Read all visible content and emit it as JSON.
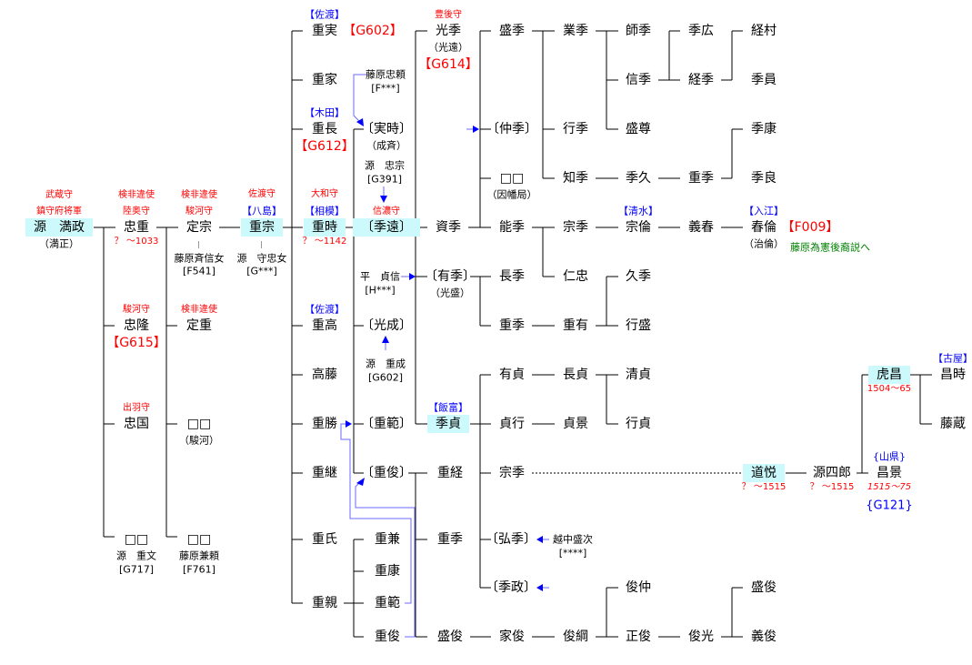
{
  "persons": [
    {
      "name": "源　満政",
      "alias": "（満正）",
      "titles": [
        "武蔵守",
        "鎮守府将軍"
      ]
    },
    {
      "name": "忠重",
      "titles": [
        "検非違使",
        "陸奥守"
      ],
      "dates": "？ ～1033"
    },
    {
      "name": "定宗",
      "titles": [
        "検非違使",
        "駿河守"
      ],
      "mother": "藤原斉信女",
      "mother_code": "[F541]"
    },
    {
      "name": "重宗",
      "titles": [
        "佐渡守"
      ],
      "clan": "【八島】",
      "mother": "源　守忠女",
      "mother_code": "[G***]"
    },
    {
      "name": "忠隆",
      "titles": [
        "駿河守"
      ],
      "code": "【G615】"
    },
    {
      "name": "定重",
      "titles": [
        "検非違使"
      ]
    },
    {
      "name": "忠国",
      "titles": [
        "出羽守"
      ]
    },
    {
      "name": "□□",
      "alias": "（駿河）"
    },
    {
      "name": "□□",
      "note": "源　重文",
      "note_code": "[G717]"
    },
    {
      "name": "□□",
      "note": "藤原兼頼",
      "note_code": "[F761]"
    },
    {
      "name": "重実",
      "clan": "【佐渡】",
      "code": "【G602】"
    },
    {
      "name": "重家"
    },
    {
      "name": "重長",
      "clan": "【木田】",
      "code": "【G612】"
    },
    {
      "name": "重時",
      "titles": [
        "大和守"
      ],
      "clan": "【相模】",
      "dates": "？ ～1142"
    },
    {
      "name": "重高",
      "clan": "【佐渡】"
    },
    {
      "name": "高藤"
    },
    {
      "name": "重勝"
    },
    {
      "name": "重継"
    },
    {
      "name": "重氏"
    },
    {
      "name": "重親"
    },
    {
      "name": "〔実時〕",
      "alias": "（成斉）"
    },
    {
      "name": "藤原忠頼",
      "code": "[F***]",
      "small": true
    },
    {
      "name": "源　忠宗",
      "code": "[G391]",
      "small": true
    },
    {
      "name": "〔季遠〕",
      "titles": [
        "信濃守"
      ]
    },
    {
      "name": "平　貞信",
      "code": "[H***]",
      "small": true
    },
    {
      "name": "〔光成〕"
    },
    {
      "name": "源　重成",
      "code": "[G602]",
      "small": true
    },
    {
      "name": "〔重範〕"
    },
    {
      "name": "〔重俊〕"
    },
    {
      "name": "重兼"
    },
    {
      "name": "重康"
    },
    {
      "name": "重範"
    },
    {
      "name": "重俊"
    },
    {
      "name": "光季",
      "titles": [
        "豊後守"
      ],
      "alias": "（光遠）",
      "code": "【G614】"
    },
    {
      "name": "資季"
    },
    {
      "name": "〔有季〕",
      "alias": "（光盛）"
    },
    {
      "name": "季貞",
      "clan": "【飯富】"
    },
    {
      "name": "重経"
    },
    {
      "name": "重季"
    },
    {
      "name": "盛俊"
    },
    {
      "name": "盛季"
    },
    {
      "name": "〔仲季〕"
    },
    {
      "name": "□□",
      "alias": "（因幡局）"
    },
    {
      "name": "能季"
    },
    {
      "name": "長季"
    },
    {
      "name": "重季"
    },
    {
      "name": "有貞"
    },
    {
      "name": "貞行"
    },
    {
      "name": "宗季"
    },
    {
      "name": "〔弘季〕"
    },
    {
      "name": "越中盛次",
      "code": "[****]",
      "small": true
    },
    {
      "name": "〔季政〕"
    },
    {
      "name": "家俊"
    },
    {
      "name": "業季"
    },
    {
      "name": "行季"
    },
    {
      "name": "知季"
    },
    {
      "name": "宗季"
    },
    {
      "name": "仁忠"
    },
    {
      "name": "重有"
    },
    {
      "name": "長貞"
    },
    {
      "name": "貞景"
    },
    {
      "name": "俊綱"
    },
    {
      "name": "師季"
    },
    {
      "name": "信季"
    },
    {
      "name": "盛尊"
    },
    {
      "name": "季久"
    },
    {
      "name": "宗倫",
      "clan": "【清水】"
    },
    {
      "name": "久季"
    },
    {
      "name": "行盛"
    },
    {
      "name": "清貞"
    },
    {
      "name": "行貞"
    },
    {
      "name": "俊仲"
    },
    {
      "name": "正俊"
    },
    {
      "name": "季広"
    },
    {
      "name": "経季"
    },
    {
      "name": "重季"
    },
    {
      "name": "義春"
    },
    {
      "name": "俊光"
    },
    {
      "name": "経村"
    },
    {
      "name": "季員"
    },
    {
      "name": "季康"
    },
    {
      "name": "季良"
    },
    {
      "name": "春倫",
      "clan": "【入江】",
      "alias": "（治倫）",
      "code": "【F009】",
      "note": "藤原為憲後裔説へ"
    },
    {
      "name": "盛俊"
    },
    {
      "name": "義俊"
    },
    {
      "name": "道悦",
      "dates": "？ ～1515"
    },
    {
      "name": "源四郎",
      "dates": "？ ～1515"
    },
    {
      "name": "虎昌",
      "dates": "1504～65"
    },
    {
      "name": "昌景",
      "clan": "{山県}",
      "dates": "1515～75",
      "code": "{G121}"
    },
    {
      "name": "昌時",
      "clan": "【古屋】"
    },
    {
      "name": "藤蔵"
    }
  ],
  "colors": {
    "title": "#ff0000",
    "clan": "#0000ff",
    "note": "#008000",
    "highlight": "#ccfafc",
    "link": "#6b6bff"
  }
}
